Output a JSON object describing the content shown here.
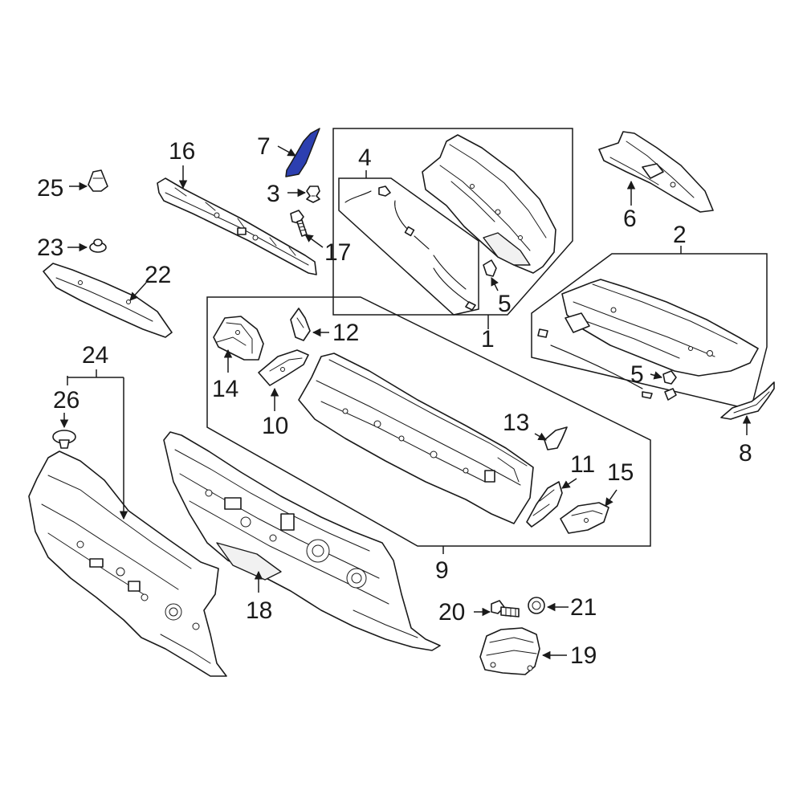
{
  "diagram": {
    "callouts": {
      "c1": "1",
      "c2": "2",
      "c3": "3",
      "c4": "4",
      "c5a": "5",
      "c5b": "5",
      "c6": "6",
      "c7": "7",
      "c8": "8",
      "c9": "9",
      "c10": "10",
      "c11": "11",
      "c12": "12",
      "c13": "13",
      "c14": "14",
      "c15": "15",
      "c16": "16",
      "c17": "17",
      "c18": "18",
      "c19": "19",
      "c20": "20",
      "c21": "21",
      "c22": "22",
      "c23": "23",
      "c24": "24",
      "c25": "25",
      "c26": "26"
    },
    "highlighted_part": "7",
    "colors": {
      "highlight_fill": "#2c3fb0",
      "line": "#1a1a1a",
      "background": "#ffffff"
    }
  }
}
